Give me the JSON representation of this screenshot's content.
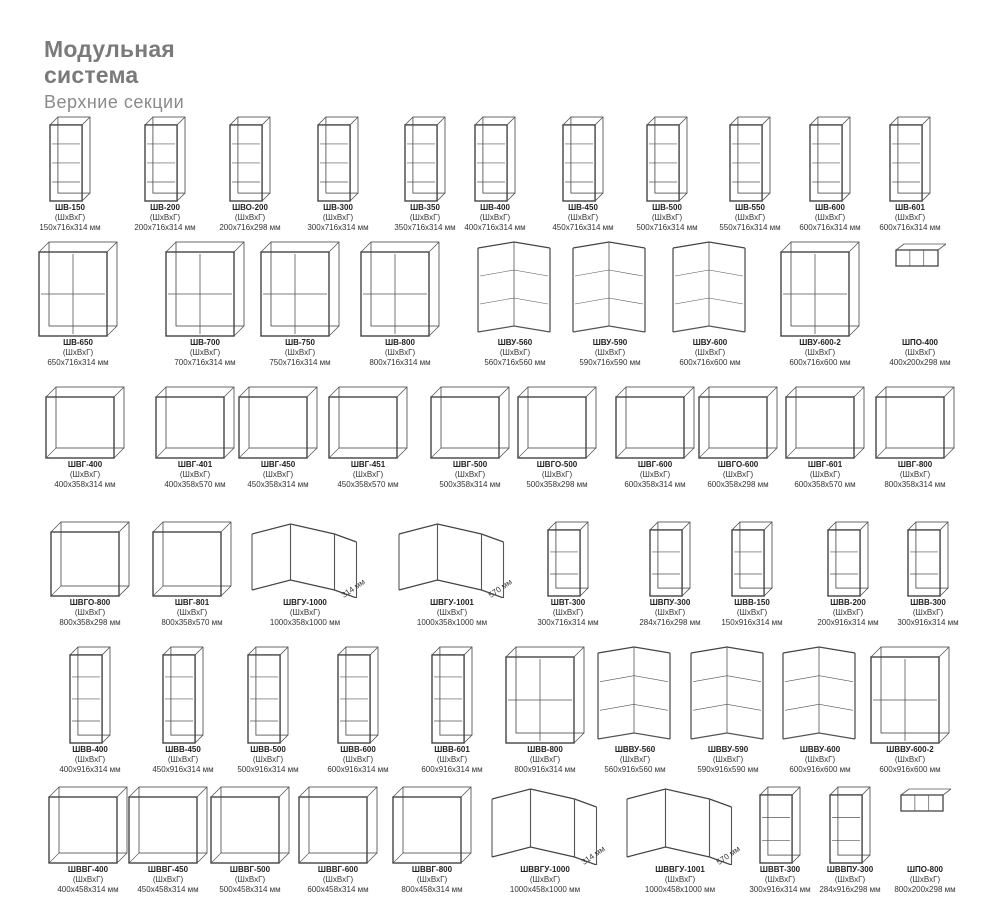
{
  "header": {
    "title_line1": "Модульная",
    "title_line2": "система",
    "subtitle": "Верхние секции"
  },
  "unit_label": "(ШхВхГ)",
  "rows": [
    {
      "items": [
        {
          "code": "ШВ-150",
          "dims": "150х716х314 мм",
          "type": "tall"
        },
        {
          "code": "ШВ-200",
          "dims": "200х716х314 мм",
          "type": "tall"
        },
        {
          "code": "ШВО-200",
          "dims": "200х716х298 мм",
          "type": "tall"
        },
        {
          "code": "ШВ-300",
          "dims": "300х716х314 мм",
          "type": "tall"
        },
        {
          "code": "ШВ-350",
          "dims": "350х716х314 мм",
          "type": "tall"
        },
        {
          "code": "ШВ-400",
          "dims": "400х716х314 мм",
          "type": "tall"
        },
        {
          "code": "ШВ-450",
          "dims": "450х716х314 мм",
          "type": "tall"
        },
        {
          "code": "ШВ-500",
          "dims": "500х716х314 мм",
          "type": "tall"
        },
        {
          "code": "ШВ-550",
          "dims": "550х716х314 мм",
          "type": "tall"
        },
        {
          "code": "ШВ-600",
          "dims": "600х716х314 мм",
          "type": "tall"
        },
        {
          "code": "ШВ-601",
          "dims": "600х716х314 мм",
          "type": "tall"
        }
      ]
    },
    {
      "items": [
        {
          "code": "ШВ-650",
          "dims": "650х716х314 мм",
          "type": "wide"
        },
        {
          "code": "ШВ-700",
          "dims": "700х716х314 мм",
          "type": "wide"
        },
        {
          "code": "ШВ-750",
          "dims": "750х716х314 мм",
          "type": "wide"
        },
        {
          "code": "ШВ-800",
          "dims": "800х716х314 мм",
          "type": "wide"
        },
        {
          "code": "ШВУ-560",
          "dims": "560х716х560 мм",
          "type": "corner"
        },
        {
          "code": "ШВУ-590",
          "dims": "590х716х590 мм",
          "type": "corner"
        },
        {
          "code": "ШВУ-600",
          "dims": "600х716х600 мм",
          "type": "corner"
        },
        {
          "code": "ШВУ-600-2",
          "dims": "600х716х600 мм",
          "type": "wide"
        },
        {
          "code": "ШПО-400",
          "dims": "400х200х298 мм",
          "type": "shelf"
        }
      ]
    },
    {
      "items": [
        {
          "code": "ШВГ-400",
          "dims": "400х358х314 мм",
          "type": "box"
        },
        {
          "code": "ШВГ-401",
          "dims": "400х358х570 мм",
          "type": "box"
        },
        {
          "code": "ШВГ-450",
          "dims": "450х358х314 мм",
          "type": "box"
        },
        {
          "code": "ШВГ-451",
          "dims": "450х358х570 мм",
          "type": "box"
        },
        {
          "code": "ШВГ-500",
          "dims": "500х358х314 мм",
          "type": "box"
        },
        {
          "code": "ШВГО-500",
          "dims": "500х358х298 мм",
          "type": "box"
        },
        {
          "code": "ШВГ-600",
          "dims": "600х358х314 мм",
          "type": "box"
        },
        {
          "code": "ШВГО-600",
          "dims": "600х358х298 мм",
          "type": "box"
        },
        {
          "code": "ШВГ-601",
          "dims": "600х358х570 мм",
          "type": "box"
        },
        {
          "code": "ШВГ-800",
          "dims": "800х358х314 мм",
          "type": "box"
        }
      ]
    },
    {
      "items": [
        {
          "code": "ШВГО-800",
          "dims": "800х358х298 мм",
          "type": "box"
        },
        {
          "code": "ШВГ-801",
          "dims": "800х358х570 мм",
          "type": "box"
        },
        {
          "code": "ШВГУ-1000",
          "dims": "1000х358х1000 мм",
          "type": "lbox",
          "note": "314 мм"
        },
        {
          "code": "ШВГУ-1001",
          "dims": "1000х358х1000 мм",
          "type": "lbox",
          "note": "570 мм"
        },
        {
          "code": "ШВТ-300",
          "dims": "300х716х314 мм",
          "type": "tall"
        },
        {
          "code": "ШВПУ-300",
          "dims": "284х716х298 мм",
          "type": "tall"
        },
        {
          "code": "ШВВ-150",
          "dims": "150х916х314 мм",
          "type": "tall"
        },
        {
          "code": "ШВВ-200",
          "dims": "200х916х314 мм",
          "type": "tall"
        },
        {
          "code": "ШВВ-300",
          "dims": "300х916х314 мм",
          "type": "tall"
        }
      ]
    },
    {
      "items": [
        {
          "code": "ШВВ-400",
          "dims": "400х916х314 мм",
          "type": "tall"
        },
        {
          "code": "ШВВ-450",
          "dims": "450х916х314 мм",
          "type": "tall"
        },
        {
          "code": "ШВВ-500",
          "dims": "500х916х314 мм",
          "type": "tall"
        },
        {
          "code": "ШВВ-600",
          "dims": "600х916х314 мм",
          "type": "tall"
        },
        {
          "code": "ШВВ-601",
          "dims": "600х916х314 мм",
          "type": "tall"
        },
        {
          "code": "ШВВ-800",
          "dims": "800х916х314 мм",
          "type": "wide"
        },
        {
          "code": "ШВВУ-560",
          "dims": "560х916х560 мм",
          "type": "corner"
        },
        {
          "code": "ШВВУ-590",
          "dims": "590х916х590 мм",
          "type": "corner"
        },
        {
          "code": "ШВВУ-600",
          "dims": "600х916х600 мм",
          "type": "corner"
        },
        {
          "code": "ШВВУ-600-2",
          "dims": "600х916х600 мм",
          "type": "wide"
        }
      ]
    },
    {
      "items": [
        {
          "code": "ШВВГ-400",
          "dims": "400х458х314 мм",
          "type": "box"
        },
        {
          "code": "ШВВГ-450",
          "dims": "450х458х314 мм",
          "type": "box"
        },
        {
          "code": "ШВВГ-500",
          "dims": "500х458х314 мм",
          "type": "box"
        },
        {
          "code": "ШВВГ-600",
          "dims": "600х458х314 мм",
          "type": "box"
        },
        {
          "code": "ШВВГ-800",
          "dims": "800х458х314 мм",
          "type": "box"
        },
        {
          "code": "ШВВГУ-1000",
          "dims": "1000х458х1000 мм",
          "type": "lbox",
          "note": "314 мм"
        },
        {
          "code": "ШВВГУ-1001",
          "dims": "1000х458х1000 мм",
          "type": "lbox",
          "note": "570 мм"
        },
        {
          "code": "ШВВТ-300",
          "dims": "300х916х314 мм",
          "type": "tall"
        },
        {
          "code": "ШВВПУ-300",
          "dims": "284х916х298 мм",
          "type": "tall"
        },
        {
          "code": "ШПО-800",
          "dims": "800х200х298 мм",
          "type": "shelf"
        }
      ]
    }
  ]
}
